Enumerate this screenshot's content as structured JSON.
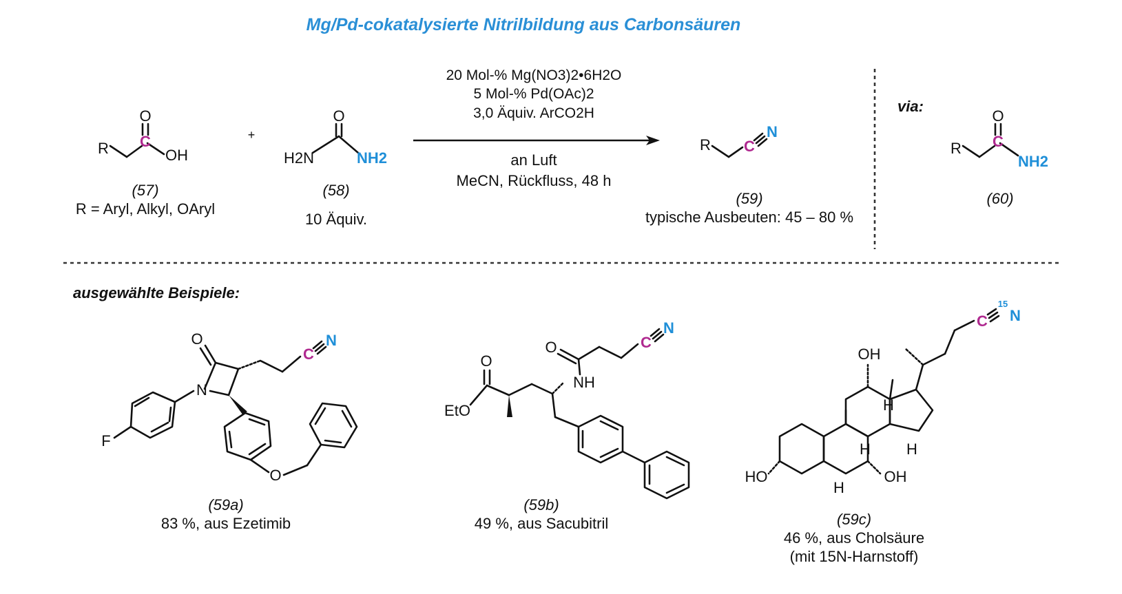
{
  "title": "Mg/Pd-cokatalysierte Nitrilbildung aus Carbonsäuren",
  "reaction": {
    "reagent_acid": {
      "label": "(57)",
      "desc": "R = Aryl, Alkyl, OAryl",
      "R": "R",
      "OH": "OH",
      "O": "O",
      "C": "C"
    },
    "plus": "+",
    "reagent_urea": {
      "label": "(58)",
      "desc": "10 Äquiv.",
      "H2N": "H2N",
      "NH2": "NH2",
      "O": "O"
    },
    "conditions_above": [
      "20 Mol-% Mg(NO3)2•6H2O",
      "5 Mol-% Pd(OAc)2",
      "3,0 Äquiv. ArCO2H"
    ],
    "conditions_below": [
      "an Luft",
      "MeCN, Rückfluss, 48 h"
    ],
    "product": {
      "label": "(59)",
      "desc": "typische Ausbeuten: 45 – 80 %",
      "R": "R",
      "C": "C",
      "N": "N"
    },
    "via": {
      "title": "via:",
      "label": "(60)",
      "R": "R",
      "O": "O",
      "C": "C",
      "NH2": "NH2"
    }
  },
  "examples_heading": "ausgewählte Beispiele:",
  "examples": [
    {
      "label": "(59a)",
      "desc": "83 %, aus Ezetimib",
      "atoms": {
        "O": "O",
        "N": "N",
        "F": "F",
        "Obn": "O",
        "C": "C",
        "Nn": "N"
      }
    },
    {
      "label": "(59b)",
      "desc": "49 %, aus Sacubitril",
      "atoms": {
        "O1": "O",
        "O2": "O",
        "EtO": "EtO",
        "NH": "NH",
        "C": "C",
        "N": "N"
      }
    },
    {
      "label": "(59c)",
      "desc": "46 %, aus Cholsäure",
      "desc2": "(mit 15N-Harnstoff)",
      "atoms": {
        "OH1": "OH",
        "OH2": "OH",
        "HO": "HO",
        "H": "H",
        "C": "C",
        "N": "N",
        "iso": "15"
      }
    }
  ],
  "colors": {
    "title": "#2a8fd6",
    "nitrogen": "#1f8fd8",
    "carbon_highlight": "#b02a90"
  }
}
